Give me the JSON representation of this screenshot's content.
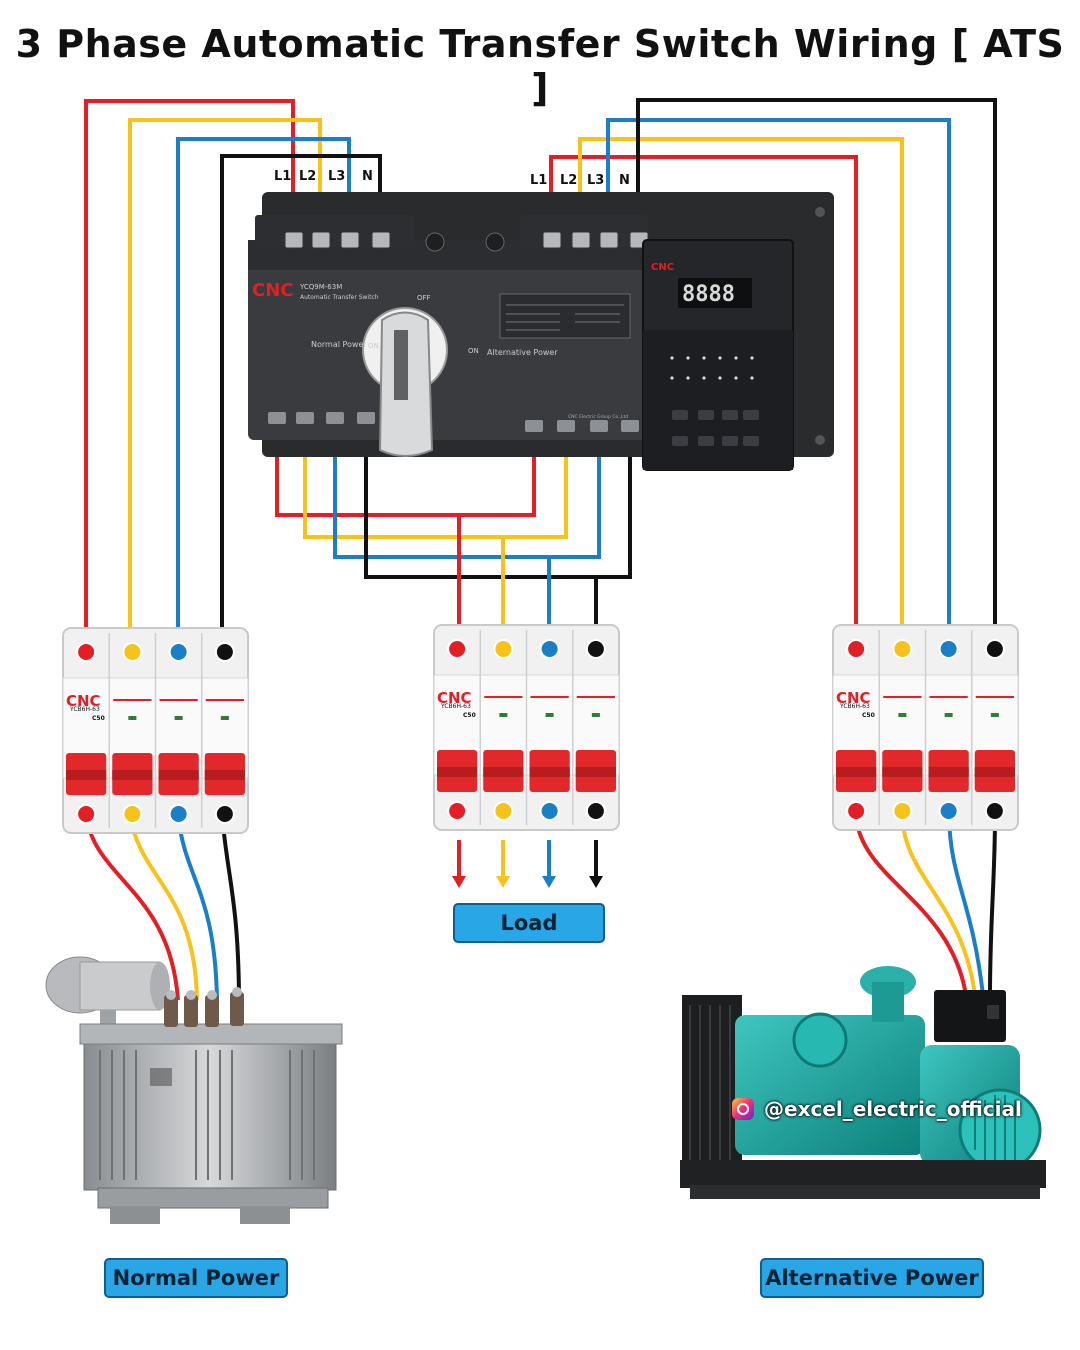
{
  "title": "3 Phase Automatic Transfer Switch Wiring [ ATS ]",
  "colors": {
    "L1": "#e31e24",
    "L2": "#f7c21a",
    "L3": "#1b7fc7",
    "N": "#111111",
    "label_bg": "#29a6e6"
  },
  "ats": {
    "left_terminals": [
      "L1",
      "L2",
      "L3",
      "N"
    ],
    "right_terminals": [
      "L1",
      "L2",
      "L3",
      "N"
    ],
    "brand": "CNC",
    "model": "YCQ9M-63M",
    "subtitle": "Automatic Transfer Switch",
    "normal_text": "Normal Power",
    "on_left": "ON",
    "off_text": "OFF",
    "on_right": "ON",
    "alt_text": "Alternative Power",
    "display": "8888",
    "maker": "CNC Electric Group Co.,Ltd"
  },
  "breakers": [
    {
      "brand": "CNC",
      "model": "YCB6H-63",
      "rating": "C50"
    },
    {
      "brand": "CNC",
      "model": "YCB6H-63",
      "rating": "C50"
    },
    {
      "brand": "CNC",
      "model": "YCB6H-63",
      "rating": "C50"
    }
  ],
  "labels": {
    "load": "Load",
    "normal": "Normal Power",
    "alternative": "Alternative Power"
  },
  "social": {
    "icon": "instagram-icon",
    "handle": "@excel_electric_official"
  }
}
